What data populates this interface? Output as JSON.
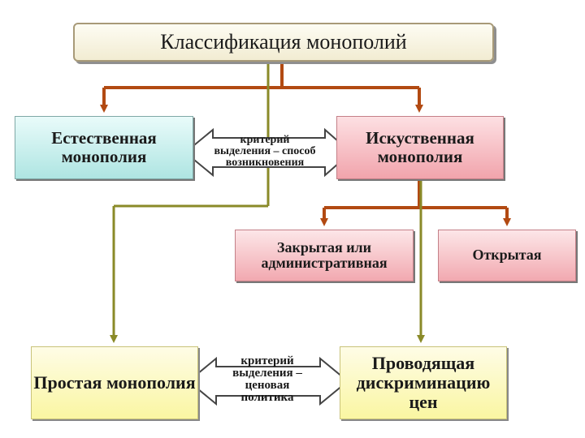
{
  "diagram": {
    "title": "Классификация монополий",
    "natural": "Естественная монополия",
    "artificial": "Искуственная монополия",
    "criterion_top": "критерий выделения – способ возникновения",
    "closed": "Закрытая или административная",
    "open": "Открытая",
    "simple": "Простая монополия",
    "criterion_bottom": "критерий выделения – ценовая политика",
    "discrimination": "Проводящая дискриминацию цен"
  },
  "colors": {
    "brown_connector": "#b24a12",
    "olive_connector": "#8a8a28",
    "natural_fill": "#b8e8e5",
    "artificial_fill": "#f3aab2",
    "yellow_fill": "#faf6a2"
  }
}
